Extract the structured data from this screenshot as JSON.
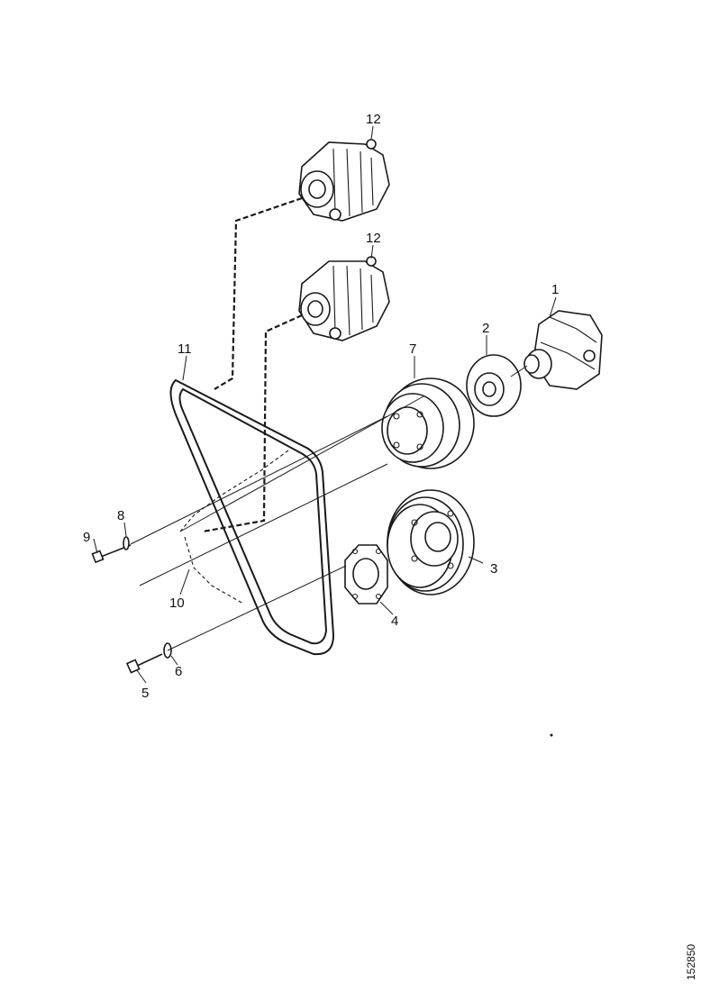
{
  "callouts": {
    "alternator_upper": "12",
    "alternator_lower": "12",
    "compressor": "1",
    "clutch_plate": "2",
    "fan_pulley": "7",
    "belt": "11",
    "bolt_9": "9",
    "washer_8": "8",
    "bracket_10": "10",
    "crank_pulley": "3",
    "adapter_plate": "4",
    "washer_6": "6",
    "bolt_5": "5"
  },
  "document_id": "152850"
}
